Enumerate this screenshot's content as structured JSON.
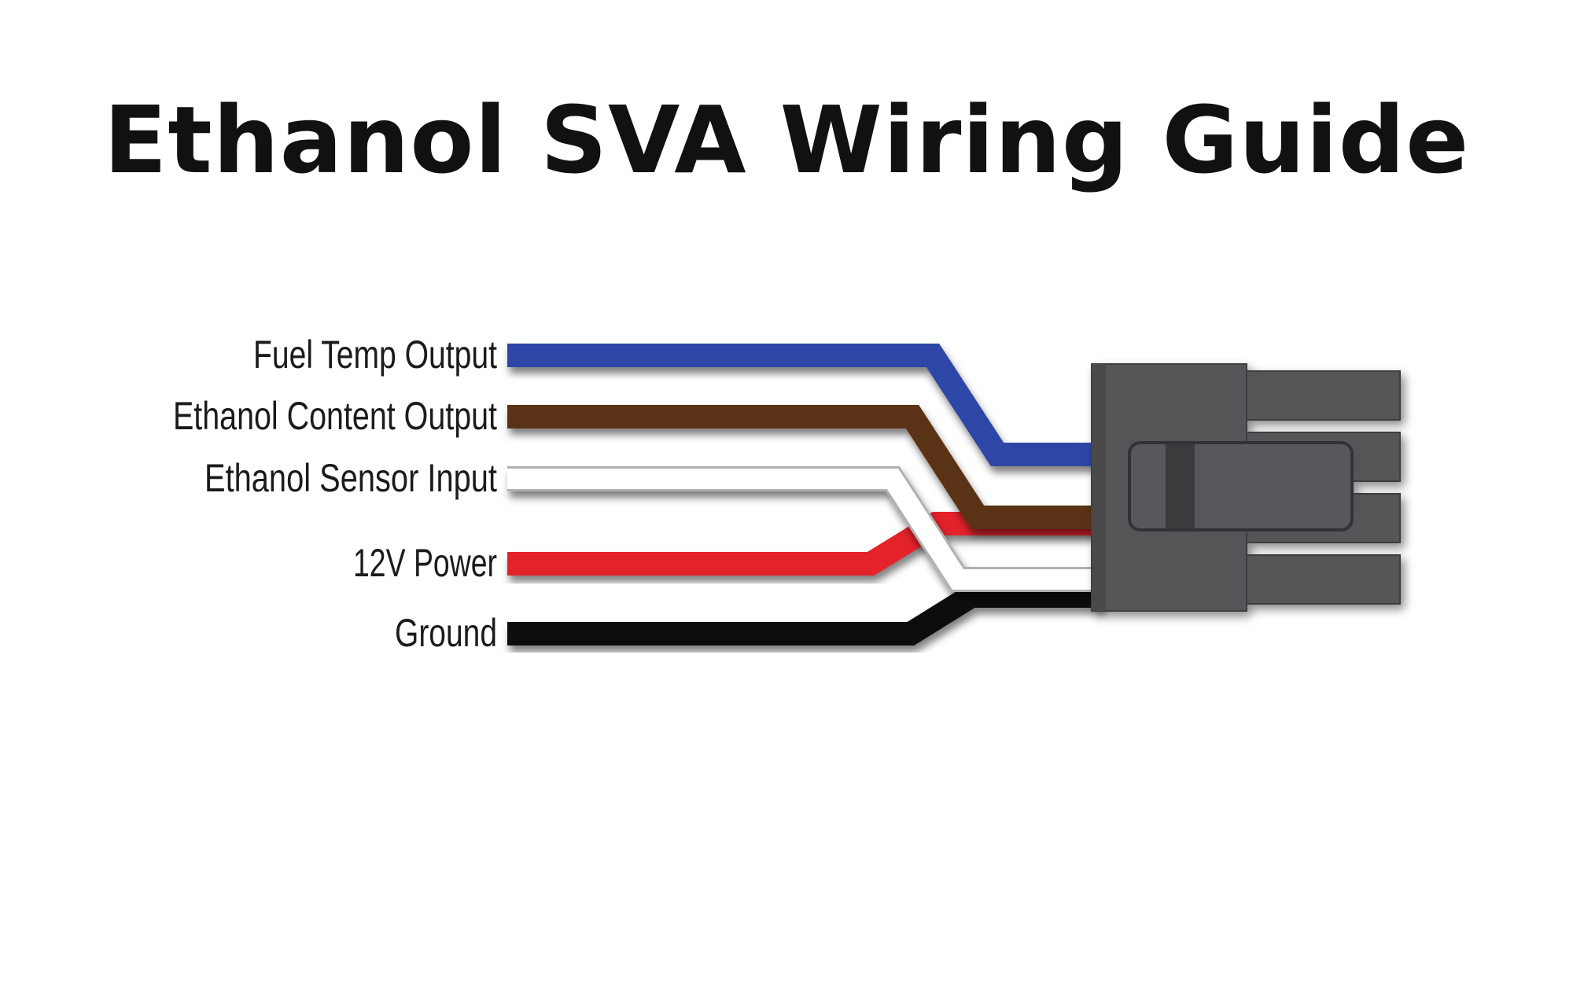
{
  "title": "Ethanol SVA Wiring Guide",
  "wires": [
    {
      "label": "Fuel Temp Output",
      "color": "#2f46a6",
      "name": "fuel-temp-output"
    },
    {
      "label": "Ethanol Content Output",
      "color": "#5a3312",
      "name": "ethanol-content-output"
    },
    {
      "label": "Ethanol Sensor Input",
      "color": "#ffffff",
      "name": "ethanol-sensor-input"
    },
    {
      "label": "12V Power",
      "color": "#e3202a",
      "name": "12v-power"
    },
    {
      "label": "Ground",
      "color": "#0a0a0a",
      "name": "ground"
    }
  ],
  "connector": {
    "color": "#555559",
    "dark_color": "#3c3c40"
  }
}
